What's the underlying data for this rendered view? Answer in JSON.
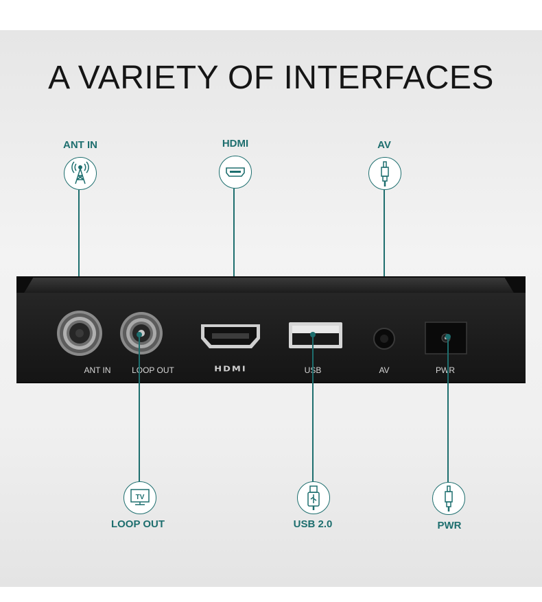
{
  "title": "A VARIETY OF INTERFACES",
  "callouts": {
    "ant_in": {
      "label": "ANT IN",
      "icon": "antenna-icon"
    },
    "hdmi": {
      "label": "HDMI",
      "icon": "hdmi-port-icon"
    },
    "av": {
      "label": "AV",
      "icon": "av-jack-icon"
    },
    "loop_out": {
      "label": "LOOP OUT",
      "icon": "tv-icon",
      "icon_text": "TV"
    },
    "usb": {
      "label": "USB 2.0",
      "icon": "usb-icon"
    },
    "pwr": {
      "label": "PWR",
      "icon": "power-plug-icon"
    }
  },
  "device": {
    "ports": {
      "ant_in": "ANT IN",
      "loop_out": "LOOP OUT",
      "hdmi_logo": "HDMI",
      "usb": "USB",
      "av": "AV",
      "pwr": "PWR"
    }
  },
  "colors": {
    "accent": "#1d6e6e",
    "device": "#1c1c1c",
    "title": "#151515"
  }
}
